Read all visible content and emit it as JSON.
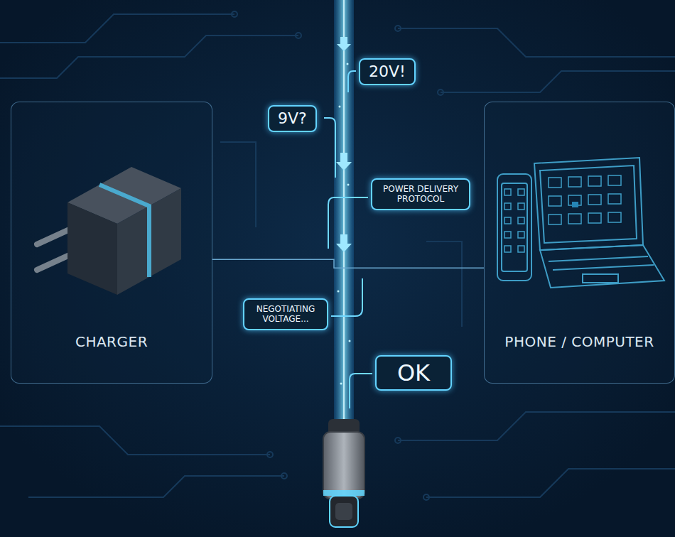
{
  "diagram": {
    "nodes": [
      {
        "text": [
          "CHARGER"
        ]
      },
      {
        "text": [
          "20V!"
        ]
      },
      {
        "text": [
          "9V?"
        ]
      },
      {
        "text": [
          "POWER DELIVERY PROTOCOL"
        ]
      },
      {
        "text": [
          "NEGOTIATING VOLTAGE..."
        ]
      },
      {
        "text": [
          "OK"
        ]
      },
      {
        "text": [
          "PHONE / COMPUTER"
        ]
      }
    ],
    "edges": [
      {
        "from": 0,
        "to": 6,
        "arrow": "none"
      }
    ]
  }
}
